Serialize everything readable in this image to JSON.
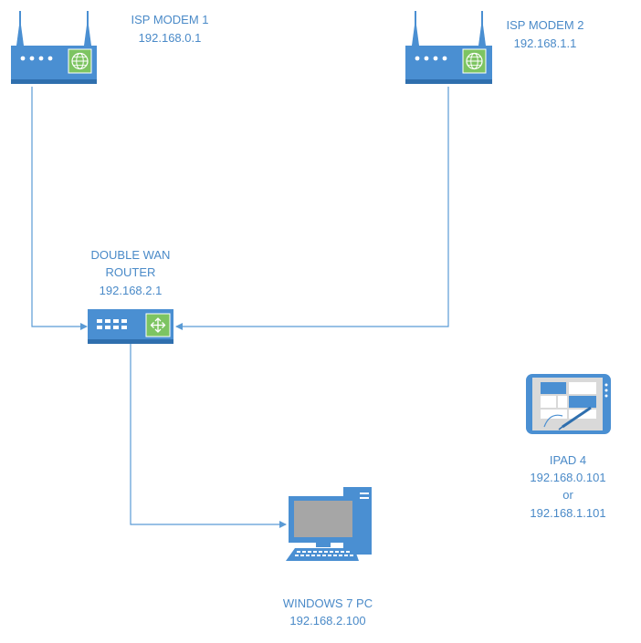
{
  "colors": {
    "device_blue": "#4a8fd2",
    "device_dark": "#2f6fae",
    "line": "#5b9bd5",
    "label": "#4a8ac8",
    "globe_green": "#7dc462",
    "screen_gray": "#a6a6a6"
  },
  "nodes": {
    "modem1": {
      "title": "ISP MODEM 1",
      "ip": "192.168.0.1",
      "icon": "modem-icon"
    },
    "modem2": {
      "title": "ISP MODEM 2",
      "ip": "192.168.1.1",
      "icon": "modem-icon"
    },
    "router": {
      "title_line1": "DOUBLE WAN",
      "title_line2": "ROUTER",
      "ip": "192.168.2.1",
      "icon": "router-icon"
    },
    "pc": {
      "title": "WINDOWS 7 PC",
      "ip": "192.168.2.100",
      "icon": "desktop-pc-icon"
    },
    "ipad": {
      "title": "IPAD 4",
      "ip1": "192.168.0.101",
      "or": "or",
      "ip2": "192.168.1.101",
      "icon": "tablet-icon"
    }
  }
}
